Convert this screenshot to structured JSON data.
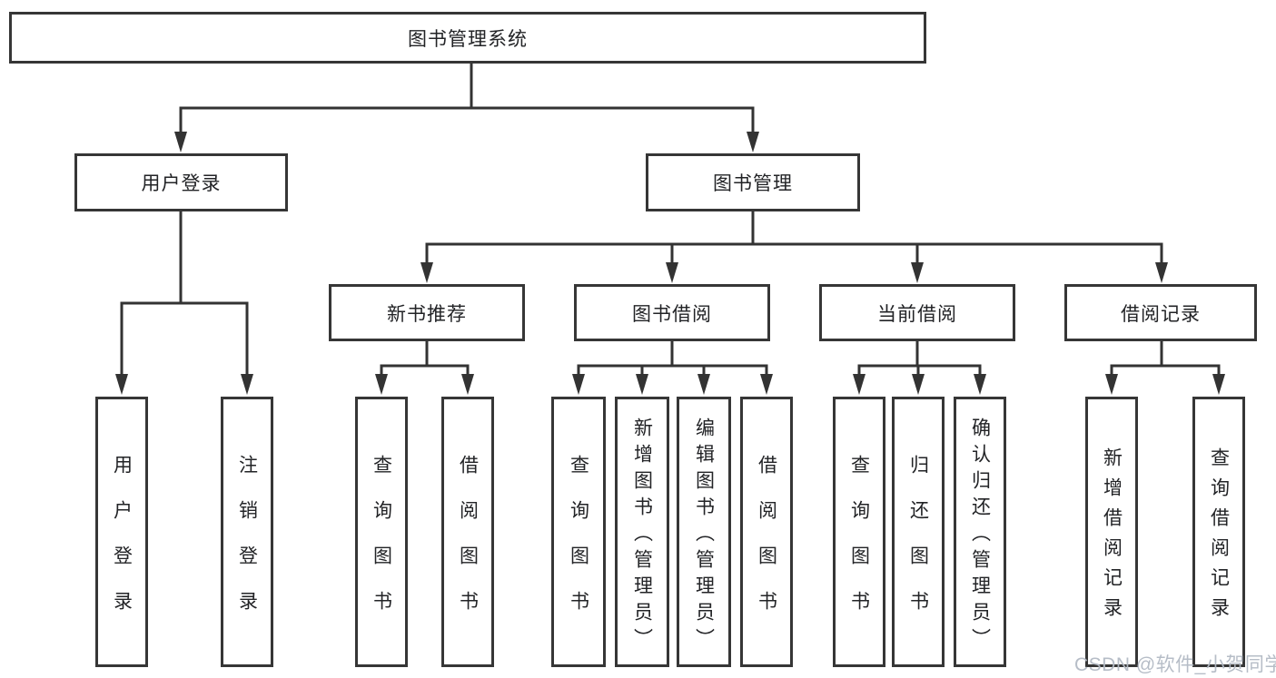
{
  "tree": {
    "root": "图书管理系统",
    "login": {
      "label": "用户登录",
      "children": [
        "用户登录",
        "注销登录"
      ]
    },
    "mgmt": {
      "label": "图书管理",
      "modules": [
        {
          "label": "新书推荐",
          "children": [
            "查询图书",
            "借阅图书"
          ]
        },
        {
          "label": "图书借阅",
          "children": [
            "查询图书",
            "新增图书（管理员）",
            "编辑图书（管理员）",
            "借阅图书"
          ]
        },
        {
          "label": "当前借阅",
          "children": [
            "查询图书",
            "归还图书",
            "确认归还（管理员）"
          ]
        },
        {
          "label": "借阅记录",
          "children": [
            "新增借阅记录",
            "查询借阅记录"
          ]
        }
      ]
    }
  },
  "watermark": "CSDN @软件_小贺同学",
  "colors": {
    "line": "#333333",
    "border": "#363636",
    "text": "#222326",
    "watermark": "#b2b9c4",
    "background": "#ffffff"
  }
}
